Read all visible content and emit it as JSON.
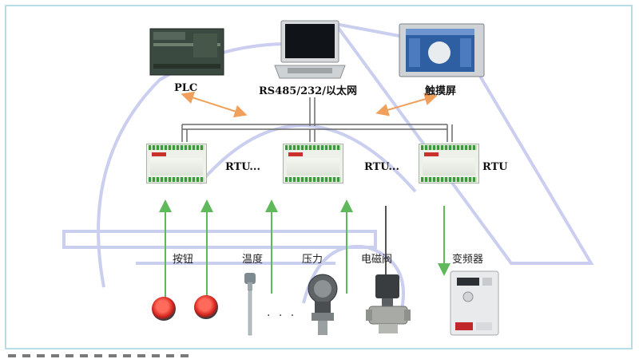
{
  "top_devices": {
    "plc_label": "PLC",
    "network_label": "RS485/232/以太网",
    "touchscreen_label": "触摸屏"
  },
  "rtu_units": [
    {
      "label": "RTU..."
    },
    {
      "label": "RTU..."
    },
    {
      "label": "RTU"
    }
  ],
  "field_devices": {
    "button_label": "按钮",
    "temperature_label": "温度",
    "pressure_label": "压力",
    "solenoid_valve_label": "电磁阀",
    "inverter_label": "变频器",
    "ellipsis": ". . ."
  },
  "colors": {
    "arrow_orange": "#f0a05a",
    "arrow_green": "#5fb85a",
    "watermark": "#c5c9ee",
    "frame": "#b9dde8"
  }
}
